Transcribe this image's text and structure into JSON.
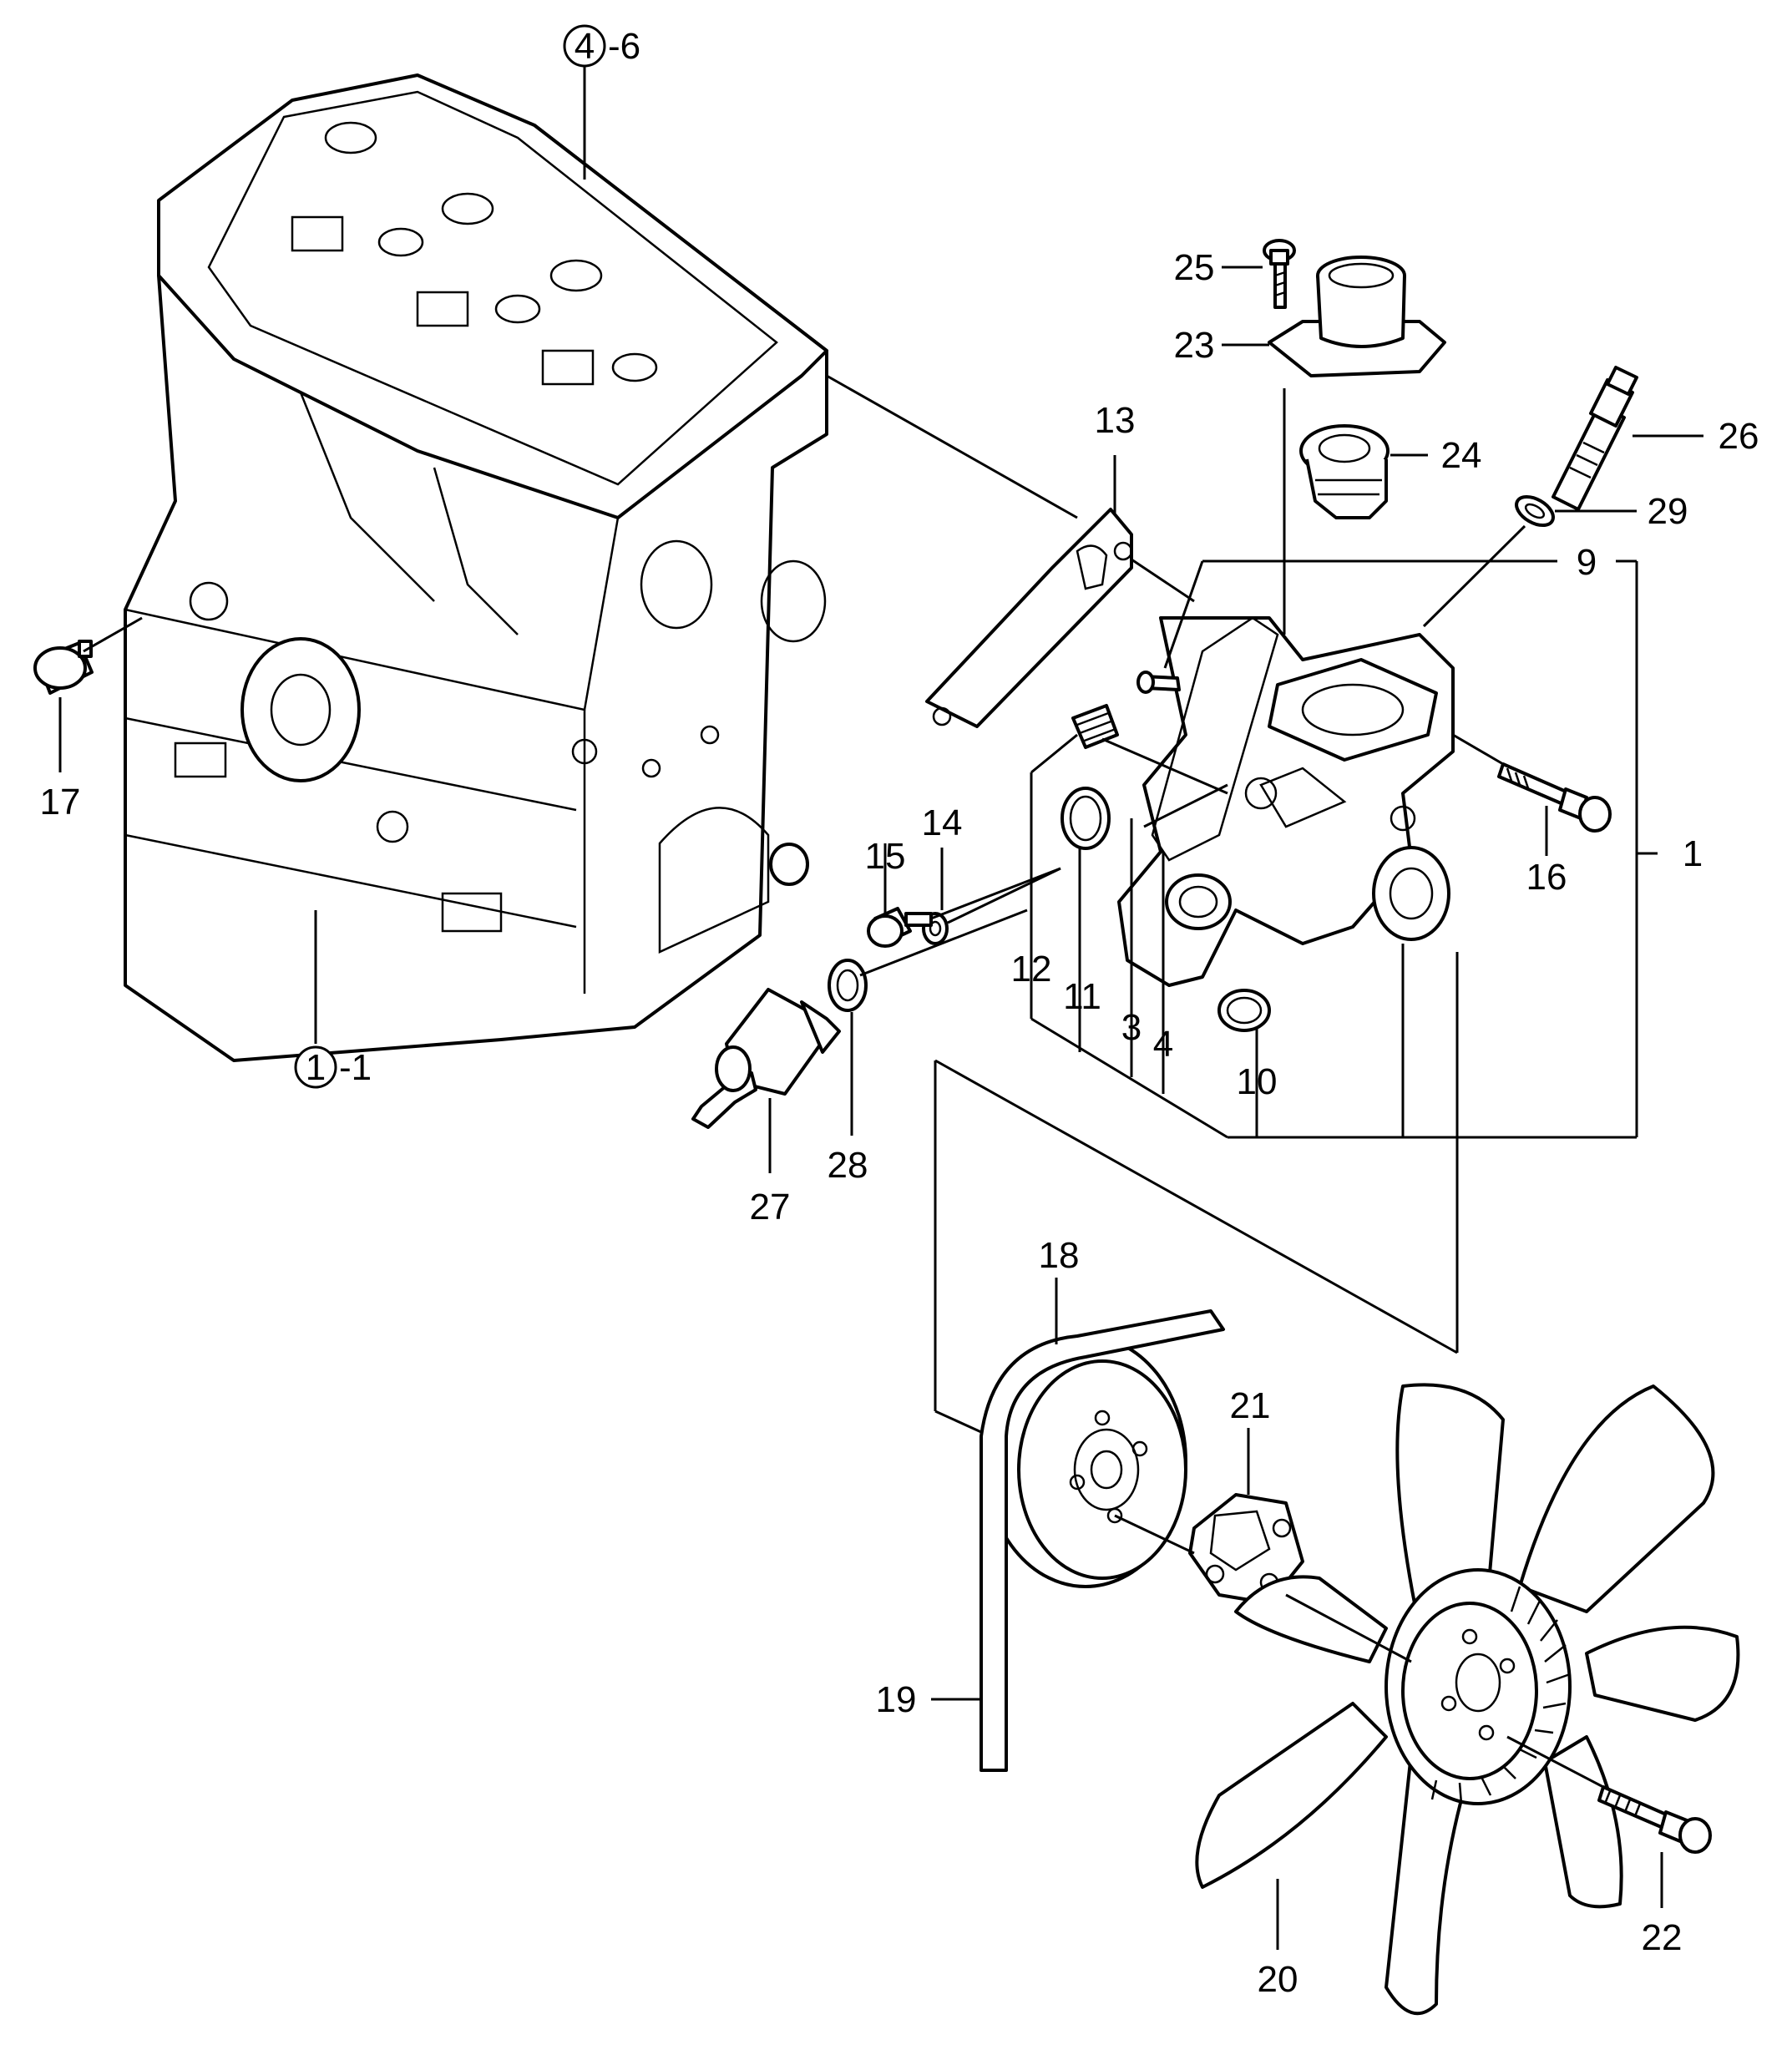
{
  "labels": {
    "block_ref_num": "1",
    "block_ref_suffix": "-1",
    "head_ref_num": "4",
    "head_ref_suffix": "-6",
    "p1": "1",
    "p3": "3",
    "p4": "4",
    "p9": "9",
    "p10": "10",
    "p11": "11",
    "p12": "12",
    "p13": "13",
    "p14": "14",
    "p15": "15",
    "p16": "16",
    "p17": "17",
    "p18": "18",
    "p19": "19",
    "p20": "20",
    "p21": "21",
    "p22": "22",
    "p23": "23",
    "p24": "24",
    "p25": "25",
    "p26": "26",
    "p27": "27",
    "p28": "28",
    "p29": "29"
  }
}
